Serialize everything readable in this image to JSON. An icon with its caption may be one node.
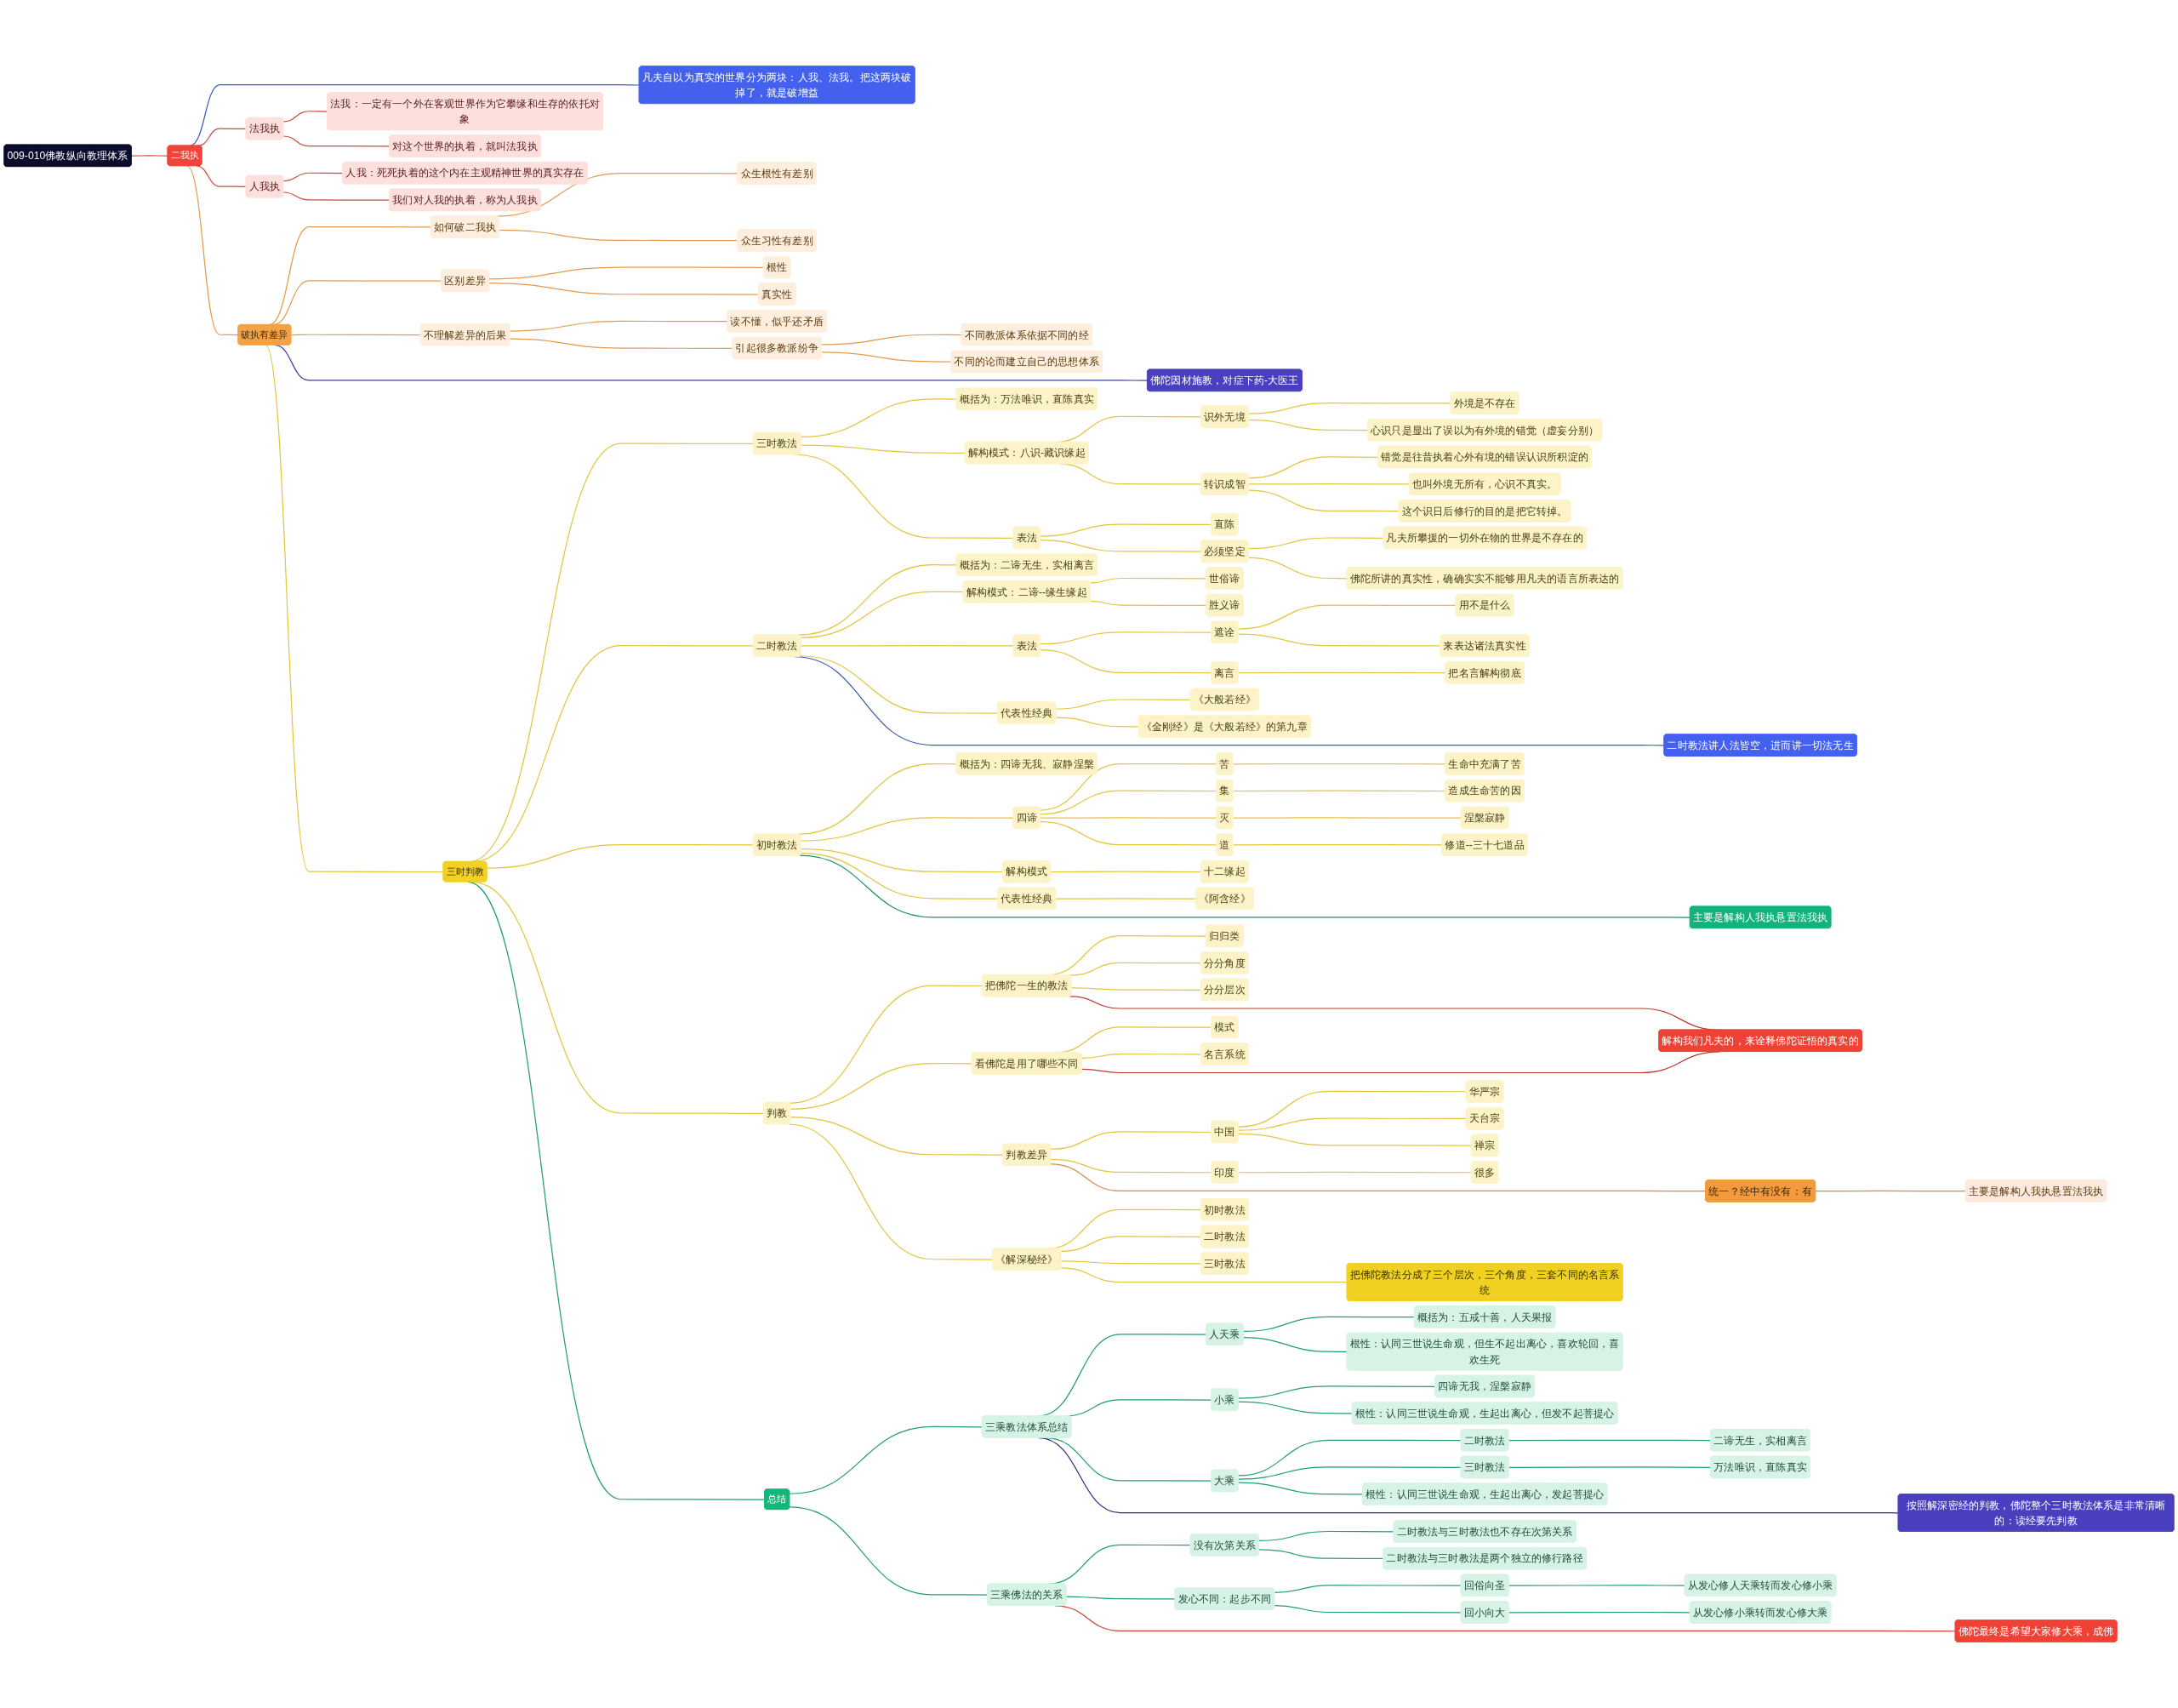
{
  "diagram": {
    "nodes": [
      {
        "text": [
          "009-010佛教纵向教理体系"
        ]
      },
      {
        "text": [
          "二我执"
        ]
      },
      {
        "text": [
          "凡夫自以为真实的世界分为两块：人我、法我。把这两块破掉了，就是破增益"
        ]
      },
      {
        "text": [
          "法我执"
        ]
      },
      {
        "text": [
          "法我：一定有一个外在客观世界作为它攀缘和生存的依托对象"
        ]
      },
      {
        "text": [
          "对这个世界的执着，就叫法我执"
        ]
      },
      {
        "text": [
          "人我执"
        ]
      },
      {
        "text": [
          "人我：死死执着的这个内在主观精神世界的真实存在"
        ]
      },
      {
        "text": [
          "我们对人我的执着，称为人我执"
        ]
      },
      {
        "text": [
          "破执有差异"
        ]
      },
      {
        "text": [
          "如何破二我执"
        ]
      },
      {
        "text": [
          "众生根性有差别"
        ]
      },
      {
        "text": [
          "众生习性有差别"
        ]
      },
      {
        "text": [
          "区别差异"
        ]
      },
      {
        "text": [
          "根性"
        ]
      },
      {
        "text": [
          "真实性"
        ]
      },
      {
        "text": [
          "不理解差异的后果"
        ]
      },
      {
        "text": [
          "读不懂，似乎还矛盾"
        ]
      },
      {
        "text": [
          "引起很多教派纷争"
        ]
      },
      {
        "text": [
          "不同教派体系依据不同的经"
        ]
      },
      {
        "text": [
          "不同的论而建立自己的思想体系"
        ]
      },
      {
        "text": [
          "佛陀因材施教，对症下药-大医王"
        ]
      },
      {
        "text": [
          "三时判教"
        ]
      },
      {
        "text": [
          "三时教法"
        ]
      },
      {
        "text": [
          "概括为：万法唯识，直陈真实"
        ]
      },
      {
        "text": [
          "解构模式：八识-藏识缘起"
        ]
      },
      {
        "text": [
          "识外无境"
        ]
      },
      {
        "text": [
          "外境是不存在"
        ]
      },
      {
        "text": [
          "心识只是显出了误以为有外境的错觉（虚妄分别）"
        ]
      },
      {
        "text": [
          "转识成智"
        ]
      },
      {
        "text": [
          "错觉是往昔执着心外有境的错误认识所积淀的"
        ]
      },
      {
        "text": [
          "也叫外境无所有，心识不真实。"
        ]
      },
      {
        "text": [
          "这个识日后修行的目的是把它转掉。"
        ]
      },
      {
        "text": [
          "表法"
        ]
      },
      {
        "text": [
          "直陈"
        ]
      },
      {
        "text": [
          "必须坚定"
        ]
      },
      {
        "text": [
          "凡夫所攀援的一切外在物的世界是不存在的"
        ]
      },
      {
        "text": [
          "佛陀所讲的真实性，确确实实不能够用凡夫的语言所表达的"
        ]
      },
      {
        "text": [
          "二时教法"
        ]
      },
      {
        "text": [
          "概括为：二谛无生，实相离言"
        ]
      },
      {
        "text": [
          "解构模式：二谛--缘生缘起"
        ]
      },
      {
        "text": [
          "世俗谛"
        ]
      },
      {
        "text": [
          "胜义谛"
        ]
      },
      {
        "text": [
          "表法"
        ]
      },
      {
        "text": [
          "遮诠"
        ]
      },
      {
        "text": [
          "用不是什么"
        ]
      },
      {
        "text": [
          "来表达诸法真实性"
        ]
      },
      {
        "text": [
          "离言"
        ]
      },
      {
        "text": [
          "把名言解构彻底"
        ]
      },
      {
        "text": [
          "代表性经典"
        ]
      },
      {
        "text": [
          "《大般若经》"
        ]
      },
      {
        "text": [
          "《金刚经》是《大般若经》的第九章"
        ]
      },
      {
        "text": [
          "二时教法讲人法皆空，进而讲一切法无生"
        ]
      },
      {
        "text": [
          "初时教法"
        ]
      },
      {
        "text": [
          "概括为：四谛无我、寂静涅槃"
        ]
      },
      {
        "text": [
          "四谛"
        ]
      },
      {
        "text": [
          "苦"
        ]
      },
      {
        "text": [
          "生命中充满了苦"
        ]
      },
      {
        "text": [
          "集"
        ]
      },
      {
        "text": [
          "造成生命苦的因"
        ]
      },
      {
        "text": [
          "灭"
        ]
      },
      {
        "text": [
          "涅槃寂静"
        ]
      },
      {
        "text": [
          "道"
        ]
      },
      {
        "text": [
          "修道--三十七道品"
        ]
      },
      {
        "text": [
          "解构模式"
        ]
      },
      {
        "text": [
          "十二缘起"
        ]
      },
      {
        "text": [
          "代表性经典"
        ]
      },
      {
        "text": [
          "《阿含经》"
        ]
      },
      {
        "text": [
          "主要是解构人我执悬置法我执"
        ]
      },
      {
        "text": [
          "判教"
        ]
      },
      {
        "text": [
          "把佛陀一生的教法"
        ]
      },
      {
        "text": [
          "归归类"
        ]
      },
      {
        "text": [
          "分分角度"
        ]
      },
      {
        "text": [
          "分分层次"
        ]
      },
      {
        "text": [
          "看佛陀是用了哪些不同"
        ]
      },
      {
        "text": [
          "模式"
        ]
      },
      {
        "text": [
          "名言系统"
        ]
      },
      {
        "text": [
          "解构我们凡夫的，来诠释佛陀证悟的真实的"
        ]
      },
      {
        "text": [
          "判教差异"
        ]
      },
      {
        "text": [
          "中国"
        ]
      },
      {
        "text": [
          "华严宗"
        ]
      },
      {
        "text": [
          "天台宗"
        ]
      },
      {
        "text": [
          "禅宗"
        ]
      },
      {
        "text": [
          "印度"
        ]
      },
      {
        "text": [
          "很多"
        ]
      },
      {
        "text": [
          "统一？经中有没有：有"
        ]
      },
      {
        "text": [
          "主要是解构人我执悬置法我执"
        ]
      },
      {
        "text": [
          "《解深秘经》"
        ]
      },
      {
        "text": [
          "初时教法"
        ]
      },
      {
        "text": [
          "二时教法"
        ]
      },
      {
        "text": [
          "三时教法"
        ]
      },
      {
        "text": [
          "把佛陀教法分成了三个层次，三个角度，三套不同的名言系统"
        ]
      },
      {
        "text": [
          "总结"
        ]
      },
      {
        "text": [
          "三乘教法体系总结"
        ]
      },
      {
        "text": [
          "人天乘"
        ]
      },
      {
        "text": [
          "概括为：五戒十善，人天果报"
        ]
      },
      {
        "text": [
          "根性：认同三世说生命观，但生不起出离心，喜欢轮回，喜欢生死"
        ]
      },
      {
        "text": [
          "小乘"
        ]
      },
      {
        "text": [
          "四谛无我，涅槃寂静"
        ]
      },
      {
        "text": [
          "根性：认同三世说生命观，生起出离心，但发不起菩提心"
        ]
      },
      {
        "text": [
          "大乘"
        ]
      },
      {
        "text": [
          "二时教法"
        ]
      },
      {
        "text": [
          "二谛无生，实相离言"
        ]
      },
      {
        "text": [
          "三时教法"
        ]
      },
      {
        "text": [
          "万法唯识，直陈真实"
        ]
      },
      {
        "text": [
          "根性：认同三世说生命观，生起出离心，发起菩提心"
        ]
      },
      {
        "text": [
          "按照解深密经的判教，佛陀整个三时教法体系是非常清晰的：读经要先判教"
        ]
      },
      {
        "text": [
          "三乘佛法的关系"
        ]
      },
      {
        "text": [
          "没有次第关系"
        ]
      },
      {
        "text": [
          "二时教法与三时教法也不存在次第关系"
        ]
      },
      {
        "text": [
          "二时教法与三时教法是两个独立的修行路径"
        ]
      },
      {
        "text": [
          "发心不同：起步不同"
        ]
      },
      {
        "text": [
          "回俗向圣"
        ]
      },
      {
        "text": [
          "从发心修人天乘转而发心修小乘"
        ]
      },
      {
        "text": [
          "回小向大"
        ]
      },
      {
        "text": [
          "从发心修小乘转而发心修大乘"
        ]
      },
      {
        "text": [
          "佛陀最终是希望大家修大乘，成佛"
        ]
      }
    ],
    "edges": [
      {
        "from": 0,
        "to": 1,
        "arrow": "none",
        "color": "#c94a3f"
      },
      {
        "from": 1,
        "to": 2,
        "arrow": "none",
        "color": "#3a5bbf"
      },
      {
        "from": 1,
        "to": 3,
        "arrow": "none",
        "color": "#c94a3f"
      },
      {
        "from": 3,
        "to": 4,
        "arrow": "none",
        "color": "#c94a3f"
      },
      {
        "from": 3,
        "to": 5,
        "arrow": "none",
        "color": "#c94a3f"
      },
      {
        "from": 1,
        "to": 6,
        "arrow": "none",
        "color": "#c94a3f"
      },
      {
        "from": 6,
        "to": 7,
        "arrow": "none",
        "color": "#c94a3f"
      },
      {
        "from": 6,
        "to": 8,
        "arrow": "none",
        "color": "#c94a3f"
      },
      {
        "from": 1,
        "to": 9,
        "arrow": "none",
        "color": "#e39a4b"
      },
      {
        "from": 9,
        "to": 10,
        "arrow": "none",
        "color": "#e39a4b"
      },
      {
        "from": 10,
        "to": 11,
        "arrow": "none",
        "color": "#e39a4b"
      },
      {
        "from": 10,
        "to": 12,
        "arrow": "none",
        "color": "#e39a4b"
      },
      {
        "from": 9,
        "to": 13,
        "arrow": "none",
        "color": "#e39a4b"
      },
      {
        "from": 13,
        "to": 14,
        "arrow": "none",
        "color": "#e39a4b"
      },
      {
        "from": 13,
        "to": 15,
        "arrow": "none",
        "color": "#e39a4b"
      },
      {
        "from": 9,
        "to": 16,
        "arrow": "none",
        "color": "#e39a4b"
      },
      {
        "from": 16,
        "to": 17,
        "arrow": "none",
        "color": "#e39a4b"
      },
      {
        "from": 16,
        "to": 18,
        "arrow": "none",
        "color": "#e39a4b"
      },
      {
        "from": 18,
        "to": 19,
        "arrow": "none",
        "color": "#e39a4b"
      },
      {
        "from": 18,
        "to": 20,
        "arrow": "none",
        "color": "#e39a4b"
      },
      {
        "from": 9,
        "to": 21,
        "arrow": "none",
        "color": "#3b3f99"
      },
      {
        "from": 9,
        "to": 22,
        "arrow": "none"
      },
      {
        "from": 22,
        "to": 23,
        "arrow": "none"
      },
      {
        "from": 23,
        "to": 24,
        "arrow": "none"
      },
      {
        "from": 23,
        "to": 25,
        "arrow": "none"
      },
      {
        "from": 25,
        "to": 26,
        "arrow": "none"
      },
      {
        "from": 26,
        "to": 27,
        "arrow": "none"
      },
      {
        "from": 26,
        "to": 28,
        "arrow": "none"
      },
      {
        "from": 25,
        "to": 29,
        "arrow": "none"
      },
      {
        "from": 29,
        "to": 30,
        "arrow": "none"
      },
      {
        "from": 29,
        "to": 31,
        "arrow": "none"
      },
      {
        "from": 29,
        "to": 32,
        "arrow": "none"
      },
      {
        "from": 23,
        "to": 33,
        "arrow": "none"
      },
      {
        "from": 33,
        "to": 34,
        "arrow": "none"
      },
      {
        "from": 33,
        "to": 35,
        "arrow": "none"
      },
      {
        "from": 35,
        "to": 36,
        "arrow": "none"
      },
      {
        "from": 35,
        "to": 37,
        "arrow": "none"
      },
      {
        "from": 22,
        "to": 38,
        "arrow": "none"
      },
      {
        "from": 38,
        "to": 39,
        "arrow": "none"
      },
      {
        "from": 38,
        "to": 40,
        "arrow": "none"
      },
      {
        "from": 40,
        "to": 41,
        "arrow": "none"
      },
      {
        "from": 40,
        "to": 42,
        "arrow": "none"
      },
      {
        "from": 38,
        "to": 43,
        "arrow": "none"
      },
      {
        "from": 43,
        "to": 44,
        "arrow": "none"
      },
      {
        "from": 44,
        "to": 45,
        "arrow": "none"
      },
      {
        "from": 44,
        "to": 46,
        "arrow": "none"
      },
      {
        "from": 43,
        "to": 47,
        "arrow": "none"
      },
      {
        "from": 47,
        "to": 48,
        "arrow": "none"
      },
      {
        "from": 38,
        "to": 49,
        "arrow": "none"
      },
      {
        "from": 49,
        "to": 50,
        "arrow": "none"
      },
      {
        "from": 49,
        "to": 51,
        "arrow": "none"
      },
      {
        "from": 38,
        "to": 52,
        "arrow": "none",
        "color": "#3d5aa8"
      },
      {
        "from": 22,
        "to": 53,
        "arrow": "none"
      },
      {
        "from": 53,
        "to": 54,
        "arrow": "none"
      },
      {
        "from": 53,
        "to": 55,
        "arrow": "none"
      },
      {
        "from": 55,
        "to": 56,
        "arrow": "none"
      },
      {
        "from": 56,
        "to": 57,
        "arrow": "none"
      },
      {
        "from": 55,
        "to": 58,
        "arrow": "none"
      },
      {
        "from": 58,
        "to": 59,
        "arrow": "none"
      },
      {
        "from": 55,
        "to": 60,
        "arrow": "none"
      },
      {
        "from": 60,
        "to": 61,
        "arrow": "none"
      },
      {
        "from": 55,
        "to": 62,
        "arrow": "none"
      },
      {
        "from": 62,
        "to": 63,
        "arrow": "none"
      },
      {
        "from": 53,
        "to": 64,
        "arrow": "none"
      },
      {
        "from": 64,
        "to": 65,
        "arrow": "none"
      },
      {
        "from": 53,
        "to": 66,
        "arrow": "none"
      },
      {
        "from": 66,
        "to": 67,
        "arrow": "none"
      },
      {
        "from": 53,
        "to": 68,
        "arrow": "none",
        "color": "#1f8f6a"
      },
      {
        "from": 22,
        "to": 69,
        "arrow": "none"
      },
      {
        "from": 69,
        "to": 70,
        "arrow": "none"
      },
      {
        "from": 70,
        "to": 71,
        "arrow": "none"
      },
      {
        "from": 70,
        "to": 72,
        "arrow": "none"
      },
      {
        "from": 70,
        "to": 73,
        "arrow": "none"
      },
      {
        "from": 69,
        "to": 74,
        "arrow": "none"
      },
      {
        "from": 74,
        "to": 75,
        "arrow": "none"
      },
      {
        "from": 74,
        "to": 76,
        "arrow": "none"
      },
      {
        "from": 70,
        "to": 77,
        "arrow": "none",
        "color": "#c0392b"
      },
      {
        "from": 74,
        "to": 77,
        "arrow": "none",
        "color": "#c0392b"
      },
      {
        "from": 69,
        "to": 78,
        "arrow": "none"
      },
      {
        "from": 78,
        "to": 79,
        "arrow": "none"
      },
      {
        "from": 79,
        "to": 80,
        "arrow": "none"
      },
      {
        "from": 79,
        "to": 81,
        "arrow": "none"
      },
      {
        "from": 79,
        "to": 82,
        "arrow": "none"
      },
      {
        "from": 78,
        "to": 83,
        "arrow": "none"
      },
      {
        "from": 83,
        "to": 84,
        "arrow": "none"
      },
      {
        "from": 78,
        "to": 85,
        "arrow": "none",
        "color": "#d08a50"
      },
      {
        "from": 85,
        "to": 86,
        "arrow": "none",
        "color": "#d08a50"
      },
      {
        "from": 69,
        "to": 87,
        "arrow": "none"
      },
      {
        "from": 87,
        "to": 88,
        "arrow": "none"
      },
      {
        "from": 87,
        "to": 89,
        "arrow": "none"
      },
      {
        "from": 87,
        "to": 90,
        "arrow": "none"
      },
      {
        "from": 87,
        "to": 91,
        "arrow": "none"
      },
      {
        "from": 22,
        "to": 92,
        "arrow": "none",
        "color": "#1f9e6e"
      },
      {
        "from": 92,
        "to": 93,
        "arrow": "none",
        "color": "#1f9e6e"
      },
      {
        "from": 93,
        "to": 94,
        "arrow": "none",
        "color": "#1f9e6e"
      },
      {
        "from": 94,
        "to": 95,
        "arrow": "none",
        "color": "#1f9e6e"
      },
      {
        "from": 94,
        "to": 96,
        "arrow": "none",
        "color": "#1f9e6e"
      },
      {
        "from": 93,
        "to": 97,
        "arrow": "none",
        "color": "#1f9e6e"
      },
      {
        "from": 97,
        "to": 98,
        "arrow": "none",
        "color": "#1f9e6e"
      },
      {
        "from": 97,
        "to": 99,
        "arrow": "none",
        "color": "#1f9e6e"
      },
      {
        "from": 93,
        "to": 100,
        "arrow": "none",
        "color": "#1f9e6e"
      },
      {
        "from": 100,
        "to": 101,
        "arrow": "none",
        "color": "#1f9e6e"
      },
      {
        "from": 101,
        "to": 102,
        "arrow": "none",
        "color": "#1f9e6e"
      },
      {
        "from": 100,
        "to": 103,
        "arrow": "none",
        "color": "#1f9e6e"
      },
      {
        "from": 103,
        "to": 104,
        "arrow": "none",
        "color": "#1f9e6e"
      },
      {
        "from": 100,
        "to": 105,
        "arrow": "none",
        "color": "#1f9e6e"
      },
      {
        "from": 93,
        "to": 106,
        "arrow": "none",
        "color": "#2c2f7a"
      },
      {
        "from": 92,
        "to": 107,
        "arrow": "none",
        "color": "#1f9e6e"
      },
      {
        "from": 107,
        "to": 108,
        "arrow": "none",
        "color": "#1f9e6e"
      },
      {
        "from": 108,
        "to": 109,
        "arrow": "none",
        "color": "#1f9e6e"
      },
      {
        "from": 108,
        "to": 110,
        "arrow": "none",
        "color": "#1f9e6e"
      },
      {
        "from": 107,
        "to": 111,
        "arrow": "none",
        "color": "#1f9e6e"
      },
      {
        "from": 111,
        "to": 112,
        "arrow": "none",
        "color": "#1f9e6e"
      },
      {
        "from": 112,
        "to": 113,
        "arrow": "none",
        "color": "#1f9e6e"
      },
      {
        "from": 111,
        "to": 114,
        "arrow": "none",
        "color": "#1f9e6e"
      },
      {
        "from": 114,
        "to": 115,
        "arrow": "none",
        "color": "#1f9e6e"
      },
      {
        "from": 107,
        "to": 116,
        "arrow": "none",
        "color": "#d0433a"
      }
    ]
  }
}
